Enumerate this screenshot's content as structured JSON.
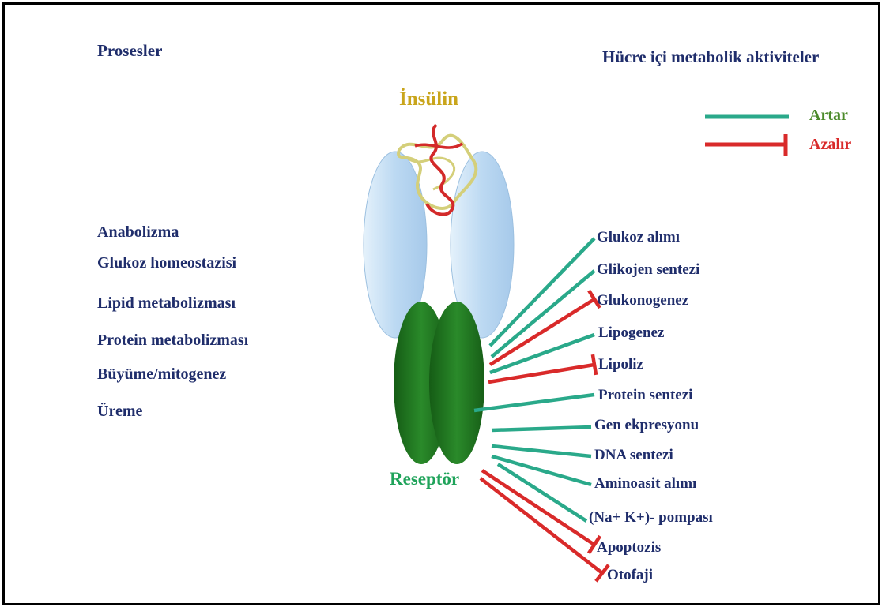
{
  "headers": {
    "processes": "Prosesler",
    "activities": "Hücre içi metabolik aktiviteler"
  },
  "hormone_label": "İnsülin",
  "receptor_label": "Reseptör",
  "legend": {
    "increase": {
      "label": "Artar",
      "color": "#2aa98a"
    },
    "decrease": {
      "label": "Azalır",
      "color": "#d92a2a"
    }
  },
  "processes": [
    "Anabolizma",
    "Glukoz homeostazisi",
    "Lipid metabolizması",
    "Protein metabolizması",
    "Büyüme/mitogenez",
    "Üreme"
  ],
  "outcomes": [
    {
      "label": "Glukoz alımı",
      "effect": "increase"
    },
    {
      "label": "Glikojen sentezi",
      "effect": "increase"
    },
    {
      "label": "Glukonogenez",
      "effect": "decrease"
    },
    {
      "label": "Lipogenez",
      "effect": "increase"
    },
    {
      "label": "Lipoliz",
      "effect": "decrease"
    },
    {
      "label": "Protein sentezi",
      "effect": "increase"
    },
    {
      "label": "Gen ekpresyonu",
      "effect": "increase"
    },
    {
      "label": "DNA sentezi",
      "effect": "increase"
    },
    {
      "label": "Aminoasit alımı",
      "effect": "increase"
    },
    {
      "label": "(Na+ K+)- pompası",
      "effect": "increase"
    },
    {
      "label": "Apoptozis",
      "effect": "decrease"
    },
    {
      "label": "Otofaji",
      "effect": "decrease"
    }
  ],
  "colors": {
    "text": "#1f2d6b",
    "hormone": "#c9a51b",
    "receptor_label": "#1fa35a",
    "receptor_dark": "#1e6b1e",
    "alpha_subunit": "#bcd9f2"
  }
}
